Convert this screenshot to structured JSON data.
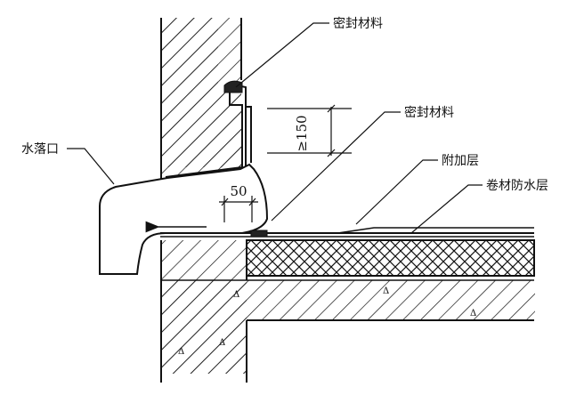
{
  "labels": {
    "sealant_top": "密封材料",
    "sealant_mid": "密封材料",
    "outlet": "水落口",
    "additional_layer": "附加层",
    "membrane_layer": "卷材防水层"
  },
  "dimensions": {
    "height": "≥150",
    "width": "50"
  },
  "colors": {
    "ink": "#111111",
    "background": "#ffffff"
  }
}
